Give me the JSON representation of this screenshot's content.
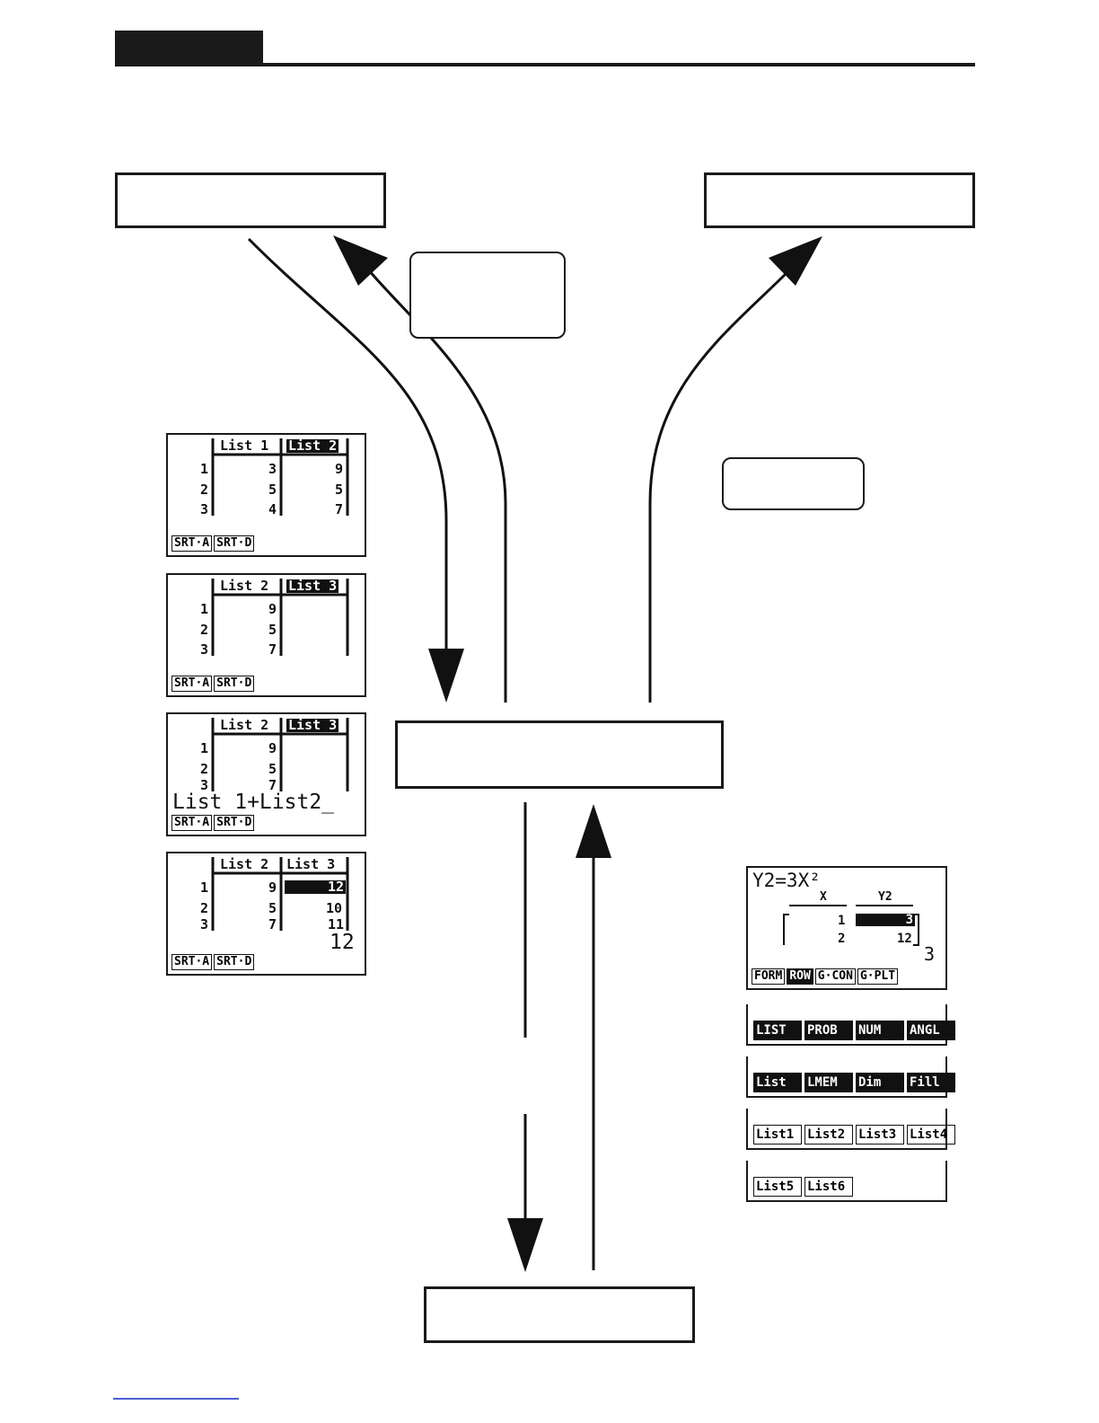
{
  "screens": {
    "s1": {
      "col1_head": "List 1",
      "col2_head": "List 2",
      "rows": [
        [
          "1",
          "3",
          "9"
        ],
        [
          "2",
          "5",
          "5"
        ],
        [
          "3",
          "4",
          "7"
        ]
      ],
      "softkeys": [
        "SRT·A",
        "SRT·D"
      ]
    },
    "s2": {
      "col1_head": "List 2",
      "col2_head": "List 3",
      "rows": [
        [
          "1",
          "9",
          ""
        ],
        [
          "2",
          "5",
          ""
        ],
        [
          "3",
          "7",
          ""
        ]
      ],
      "softkeys": [
        "SRT·A",
        "SRT·D"
      ]
    },
    "s3": {
      "col1_head": "List 2",
      "col2_head": "List 3",
      "rows": [
        [
          "1",
          "9",
          ""
        ],
        [
          "2",
          "5",
          ""
        ],
        [
          "3",
          "7",
          ""
        ]
      ],
      "input": "List 1+List2_",
      "softkeys": [
        "SRT·A",
        "SRT·D"
      ]
    },
    "s4": {
      "col1_head": "List 2",
      "col2_head": "List 3",
      "rows": [
        [
          "1",
          "9",
          "12"
        ],
        [
          "2",
          "5",
          "10"
        ],
        [
          "3",
          "7",
          "11"
        ]
      ],
      "bottom_value": "12",
      "softkeys": [
        "SRT·A",
        "SRT·D"
      ]
    },
    "table": {
      "func": "Y2=3X²",
      "x_head": "X",
      "y_head": "Y2",
      "rows": [
        [
          "1",
          "3"
        ],
        [
          "2",
          "12"
        ]
      ],
      "count": "3",
      "softkeys": [
        "FORM",
        "ROW",
        "G·CON",
        "G·PLT"
      ]
    }
  },
  "menus": {
    "m1": [
      "LIST",
      "PROB",
      "NUM",
      "ANGL"
    ],
    "m2": [
      "List",
      "LMEM",
      "Dim",
      "Fill"
    ],
    "m3": [
      "List1",
      "List2",
      "List3",
      "List4"
    ],
    "m4": [
      "List5",
      "List6"
    ]
  }
}
